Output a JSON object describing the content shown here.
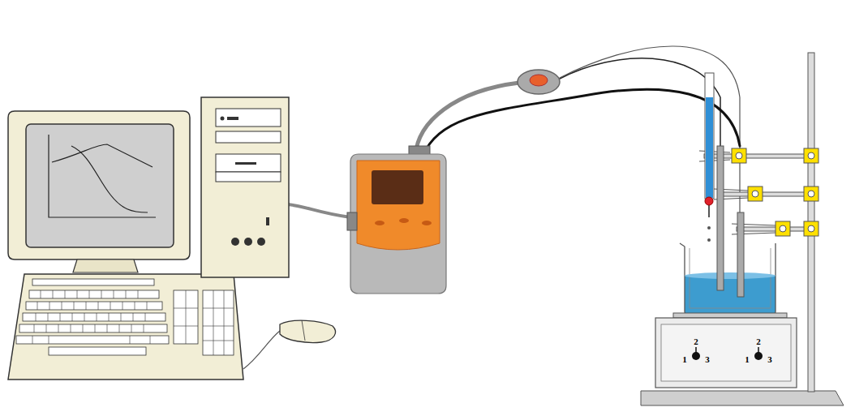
{
  "diagram": {
    "labels": [
      "2",
      "1",
      "3",
      "2",
      "1",
      "3"
    ]
  }
}
